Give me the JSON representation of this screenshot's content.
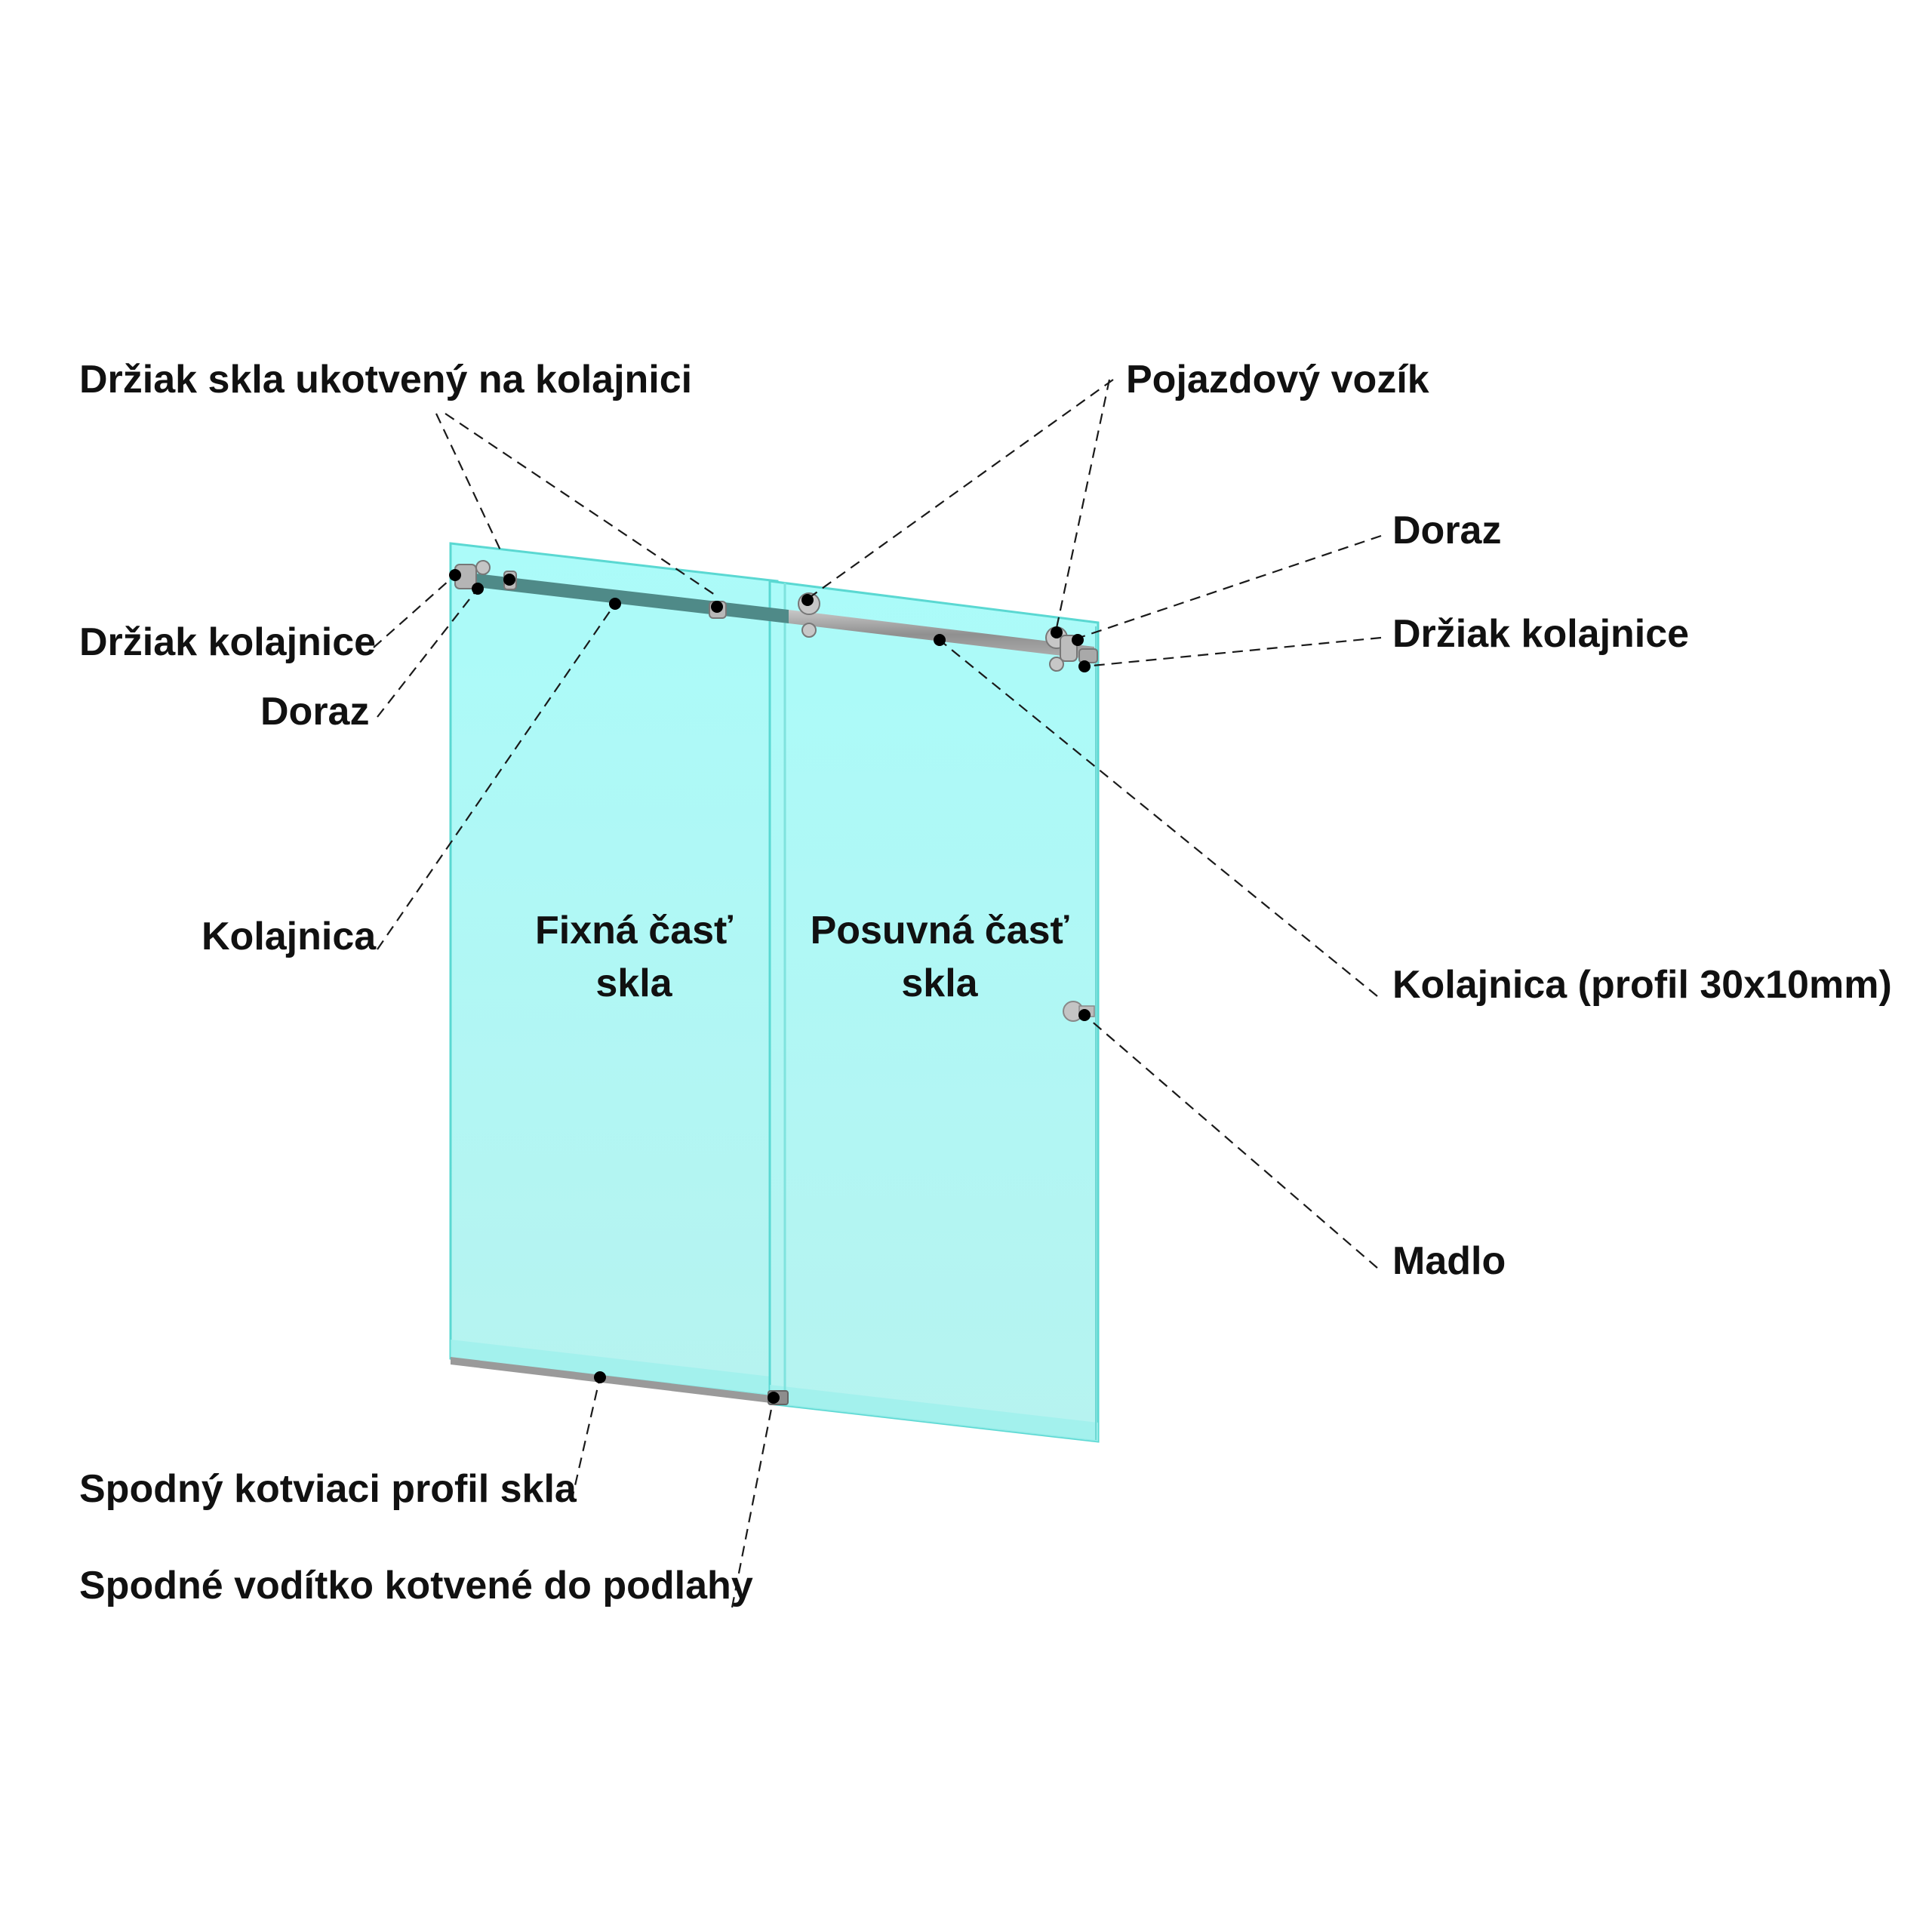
{
  "diagram": {
    "panes": {
      "fixed": {
        "line1": "Fixná časť",
        "line2": "skla"
      },
      "sliding": {
        "line1": "Posuvná časť",
        "line2": "skla"
      }
    },
    "labels": {
      "glass_holder_on_rail": "Držiak skla ukotvený na kolajnici",
      "carriage": "Pojazdový vozík",
      "stop_right": "Doraz",
      "rail_holder_right": "Držiak kolajnice",
      "rail_holder_left": "Držiak kolajnice",
      "stop_left": "Doraz",
      "rail_left": "Kolajnica",
      "rail_profile": "Kolajnica (profil 30x10mm)",
      "handle": "Madlo",
      "bottom_profile": "Spodný kotviaci  profil skla",
      "bottom_guide": "Spodné vodítko kotvené do podlahy"
    },
    "colors": {
      "glass_fill": "#b3fbf8",
      "glass_edge": "#48d6cf",
      "rail": "#9c9c9c",
      "rail_dark": "#5b8d8c",
      "text": "#111111",
      "background": "#ffffff"
    }
  }
}
